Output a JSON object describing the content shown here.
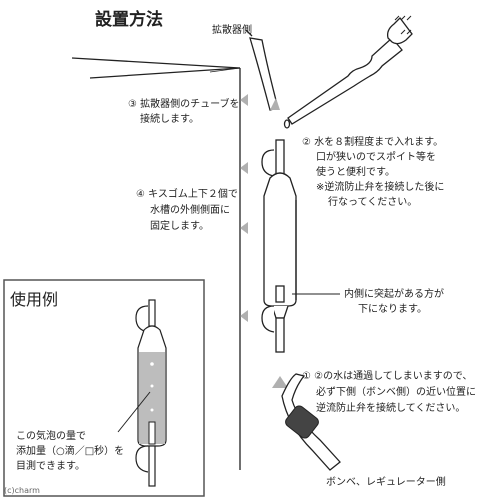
{
  "title": "設置方法",
  "labels": {
    "diffuser_side": "拡散器側",
    "step3": [
      "③ 拡散器側のチューブを",
      "接続します。"
    ],
    "step2": [
      "② 水を８割程度まで入れます。",
      "口が狭いのでスポイト等を",
      "使うと便利です。",
      "※逆流防止弁を接続した後に",
      "行なってください。"
    ],
    "step4": [
      "④ キスゴム上下２個で",
      "水槽の外側側面に",
      "固定します。"
    ],
    "protrusion_note": [
      "内側に突起がある方が",
      "下になります。"
    ],
    "step1": [
      "① ②の水は通過してしまいますので、",
      "必ず下側（ボンベ側）の近い位置に",
      "逆流防止弁を接続してください。"
    ],
    "cylinder_side": "ボンベ、レギュレーター側"
  },
  "usage_box": {
    "title": "使用例",
    "note": [
      "この気泡の量で",
      "添加量（○滴／□秒）を",
      "目測できます。"
    ]
  },
  "copyright": "(c)charm",
  "colors": {
    "line": "#222222",
    "arrow": "#b0b0b0",
    "water": "#bdbdbd",
    "valve": "#444444",
    "box_border": "#555555"
  }
}
